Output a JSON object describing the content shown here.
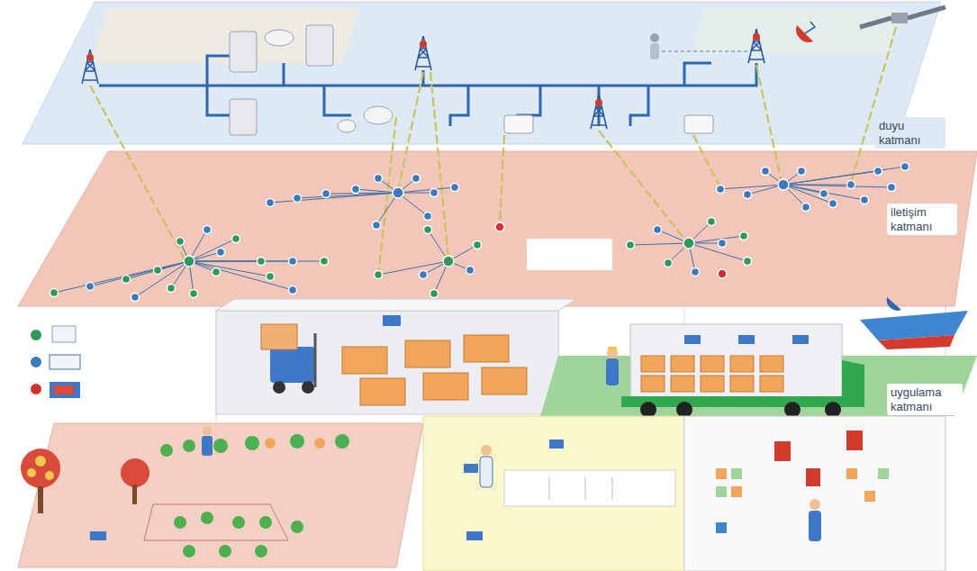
{
  "diagram": {
    "labels": [
      "duyu katmanı",
      "iletişim katmanı",
      "uygulama katmanı"
    ]
  }
}
